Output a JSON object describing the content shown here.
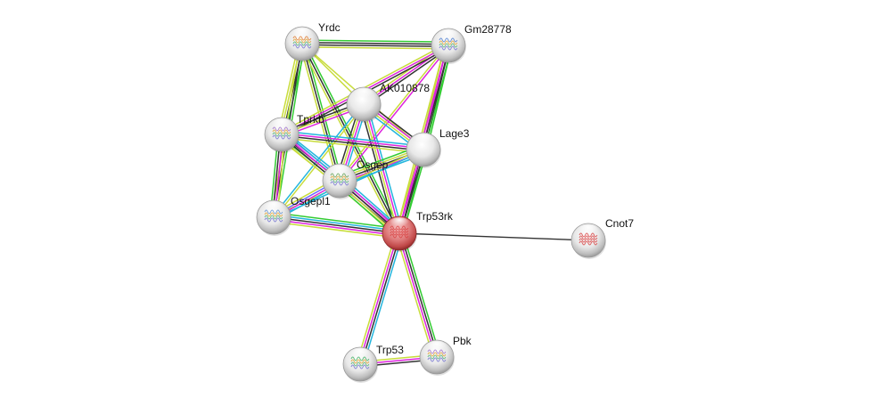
{
  "diagram": {
    "type": "protein-interaction-network",
    "evidence_colors": {
      "black": "#333333",
      "green": "#33cc33",
      "yellowgreen": "#c8dc3c",
      "magenta": "#dd22dd",
      "cyan": "#22b5dd",
      "blue": "#6666ff"
    },
    "nodes": [
      {
        "id": "Yrdc",
        "label": "Yrdc",
        "query": false,
        "structure": true,
        "accent": "#e07a30"
      },
      {
        "id": "Gm28778",
        "label": "Gm28778",
        "query": false,
        "structure": true,
        "accent": "#4a7bd0"
      },
      {
        "id": "AK010878",
        "label": "AK010878",
        "query": false,
        "structure": false,
        "accent": "#cccccc"
      },
      {
        "id": "Tprkb",
        "label": "Tprkb",
        "query": false,
        "structure": true,
        "accent": "#a070c8"
      },
      {
        "id": "Lage3",
        "label": "Lage3",
        "query": false,
        "structure": false,
        "accent": "#cccccc"
      },
      {
        "id": "Osgep",
        "label": "Osgep",
        "query": false,
        "structure": true,
        "accent": "#60a050"
      },
      {
        "id": "Osgepl1",
        "label": "Osgepl1",
        "query": false,
        "structure": true,
        "accent": "#6090d0"
      },
      {
        "id": "Trp53rk",
        "label": "Trp53rk",
        "query": true,
        "structure": true,
        "accent": "#d84040"
      },
      {
        "id": "Cnot7",
        "label": "Cnot7",
        "query": false,
        "structure": true,
        "accent": "#d84040"
      },
      {
        "id": "Trp53",
        "label": "Trp53",
        "query": false,
        "structure": true,
        "accent": "#40b060"
      },
      {
        "id": "Pbk",
        "label": "Pbk",
        "query": false,
        "structure": true,
        "accent": "#a070c8"
      }
    ],
    "edges": [
      {
        "source": "Yrdc",
        "target": "Gm28778",
        "evidence": [
          "green",
          "black",
          "black",
          "yellowgreen"
        ]
      },
      {
        "source": "Yrdc",
        "target": "Tprkb",
        "evidence": [
          "green",
          "black",
          "yellowgreen",
          "yellowgreen"
        ]
      },
      {
        "source": "Yrdc",
        "target": "Osgep",
        "evidence": [
          "green",
          "black",
          "yellowgreen"
        ]
      },
      {
        "source": "Yrdc",
        "target": "Osgepl1",
        "evidence": [
          "green",
          "black",
          "yellowgreen"
        ]
      },
      {
        "source": "Yrdc",
        "target": "Trp53rk",
        "evidence": [
          "green",
          "black",
          "yellowgreen"
        ]
      },
      {
        "source": "Yrdc",
        "target": "Lage3",
        "evidence": [
          "yellowgreen"
        ]
      },
      {
        "source": "Yrdc",
        "target": "AK010878",
        "evidence": [
          "yellowgreen"
        ]
      },
      {
        "source": "Gm28778",
        "target": "AK010878",
        "evidence": [
          "black",
          "magenta",
          "yellowgreen"
        ]
      },
      {
        "source": "Gm28778",
        "target": "Tprkb",
        "evidence": [
          "black",
          "magenta",
          "yellowgreen"
        ]
      },
      {
        "source": "Gm28778",
        "target": "Lage3",
        "evidence": [
          "green",
          "black",
          "magenta",
          "yellowgreen"
        ]
      },
      {
        "source": "Gm28778",
        "target": "Osgep",
        "evidence": [
          "magenta",
          "yellowgreen"
        ]
      },
      {
        "source": "Gm28778",
        "target": "Trp53rk",
        "evidence": [
          "green",
          "black",
          "magenta",
          "yellowgreen"
        ]
      },
      {
        "source": "AK010878",
        "target": "Tprkb",
        "evidence": [
          "magenta",
          "yellowgreen",
          "black"
        ]
      },
      {
        "source": "AK010878",
        "target": "Lage3",
        "evidence": [
          "black",
          "magenta",
          "yellowgreen",
          "cyan"
        ]
      },
      {
        "source": "AK010878",
        "target": "Osgep",
        "evidence": [
          "cyan",
          "magenta",
          "yellowgreen",
          "black"
        ]
      },
      {
        "source": "AK010878",
        "target": "Osgepl1",
        "evidence": [
          "yellowgreen",
          "cyan"
        ]
      },
      {
        "source": "AK010878",
        "target": "Trp53rk",
        "evidence": [
          "cyan",
          "magenta",
          "yellowgreen",
          "black"
        ]
      },
      {
        "source": "Tprkb",
        "target": "Lage3",
        "evidence": [
          "cyan",
          "magenta",
          "black",
          "yellowgreen"
        ]
      },
      {
        "source": "Tprkb",
        "target": "Osgep",
        "evidence": [
          "cyan",
          "magenta",
          "black",
          "green",
          "yellowgreen"
        ]
      },
      {
        "source": "Tprkb",
        "target": "Osgepl1",
        "evidence": [
          "yellowgreen",
          "magenta",
          "black",
          "green"
        ]
      },
      {
        "source": "Tprkb",
        "target": "Trp53rk",
        "evidence": [
          "cyan",
          "magenta",
          "black",
          "yellowgreen"
        ]
      },
      {
        "source": "Lage3",
        "target": "Osgep",
        "evidence": [
          "cyan",
          "magenta",
          "black",
          "yellowgreen",
          "green"
        ]
      },
      {
        "source": "Lage3",
        "target": "Osgepl1",
        "evidence": [
          "cyan",
          "yellowgreen"
        ]
      },
      {
        "source": "Lage3",
        "target": "Trp53rk",
        "evidence": [
          "green",
          "black",
          "magenta",
          "yellowgreen"
        ]
      },
      {
        "source": "Osgep",
        "target": "Osgepl1",
        "evidence": [
          "cyan",
          "magenta",
          "blue",
          "yellowgreen"
        ]
      },
      {
        "source": "Osgep",
        "target": "Trp53rk",
        "evidence": [
          "cyan",
          "magenta",
          "black",
          "yellowgreen",
          "green"
        ]
      },
      {
        "source": "Osgepl1",
        "target": "Trp53rk",
        "evidence": [
          "green",
          "cyan",
          "black",
          "magenta",
          "yellowgreen"
        ]
      },
      {
        "source": "Trp53rk",
        "target": "Cnot7",
        "evidence": [
          "black"
        ]
      },
      {
        "source": "Trp53rk",
        "target": "Trp53",
        "evidence": [
          "cyan",
          "black",
          "magenta",
          "yellowgreen"
        ]
      },
      {
        "source": "Trp53rk",
        "target": "Pbk",
        "evidence": [
          "green",
          "black",
          "magenta",
          "yellowgreen"
        ]
      },
      {
        "source": "Trp53",
        "target": "Pbk",
        "evidence": [
          "yellowgreen",
          "magenta",
          "black"
        ]
      }
    ]
  }
}
